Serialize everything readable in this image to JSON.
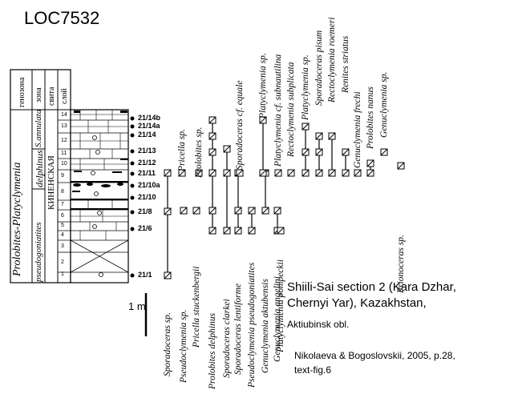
{
  "title": "LOC7532",
  "column_headers": {
    "zone_group": "Prolobites-Platyclymenia",
    "zone_sub_1": "pseudogoniatites",
    "zone_sub_2": "delphinus",
    "zone_sub_3": "S.annulata",
    "suite": "КИНЕНСКАЯ",
    "h_genozone": "генозона",
    "h_zone": "зона",
    "h_suite": "свита",
    "h_layer": "слой"
  },
  "layers": [
    "1",
    "2",
    "3",
    "4",
    "5",
    "6",
    "7",
    "8",
    "9",
    "10",
    "11",
    "12",
    "13",
    "14"
  ],
  "samples": [
    "21/14b",
    "21/14a",
    "21/14",
    "21/13",
    "21/12",
    "21/11",
    "21/10a",
    "21/10",
    "21/8",
    "21/6",
    "21/1"
  ],
  "taxa": [
    "Sporadoceras sp.",
    "Pseudoclymenia sp.",
    "Pricella sp.",
    "Pricella stuckenbergii",
    "Prolobites sp.",
    "Prolobites delphinus",
    "Sporadoceras clarkei",
    "Sporadoceras lentiforme",
    "Sporadoceras cf. equale",
    "Pseudoclymenia pseudogoniatites",
    "Genuclymenia aktubensis",
    "Genuclymenia angelini",
    "Platyclymenia sp.",
    "Platyclymenia pompeckii",
    "Platyclymenia cf. subnautilina",
    "Rectoclymenia subplicata",
    "Platyclymenia sp.",
    "Sporadoceras pisum",
    "Rectoclymenia roemeri",
    "Renites striatus",
    "Genuclymenia frechi",
    "Prolobites nanus",
    "Genuclymenia sp.",
    "Prionoceras sp."
  ],
  "scale_label": "1 m",
  "caption": {
    "line1": "Shiili-Sai section 2 (Kara Dzhar,",
    "line2": "Chernyi Yar), Kazakhstan,",
    "line3": "Aktiubinsk obl.",
    "ref1": "Nikolaeva & Bogoslovskii, 2005, p.28,",
    "ref2": "text-fig.6"
  }
}
